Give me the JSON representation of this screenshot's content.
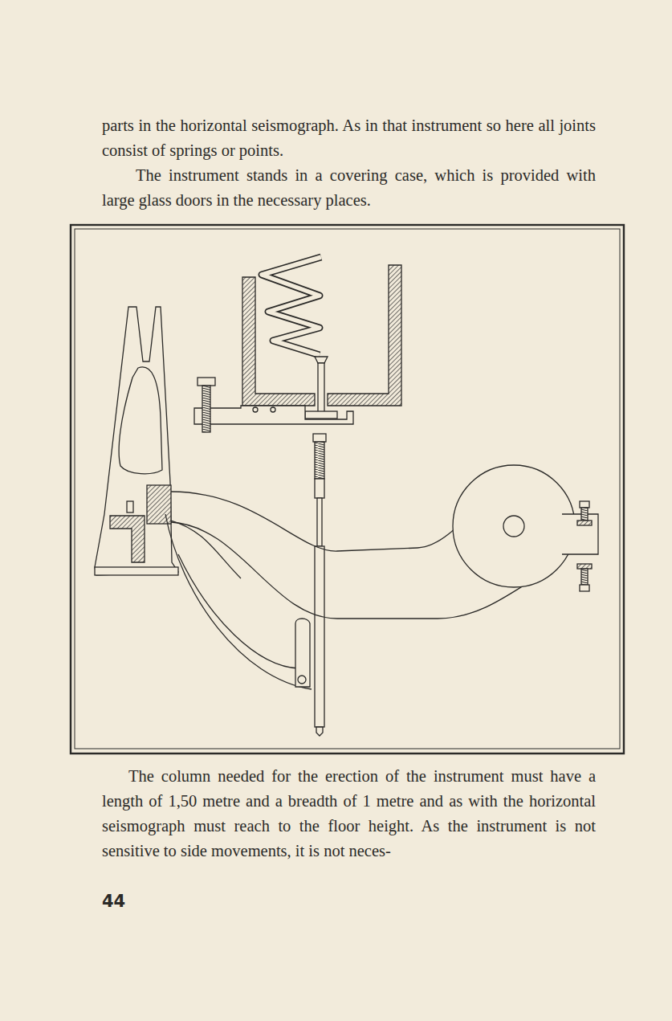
{
  "diagram": {
    "labels": [
      "parts in the horizontal seismograph. As in that instrument so here all joints consist of springs or points.",
      "The instrument stands in a covering case, which is provided with large glass doors in the necessary places.",
      "The column needed for the erection of the instrument must have a length of 1,50 metre and a breadth of 1 metre and as with the horizontal seismograph must reach to the floor height. As the instrument is not sensitive to side movements, it is not neces-",
      "44"
    ]
  }
}
